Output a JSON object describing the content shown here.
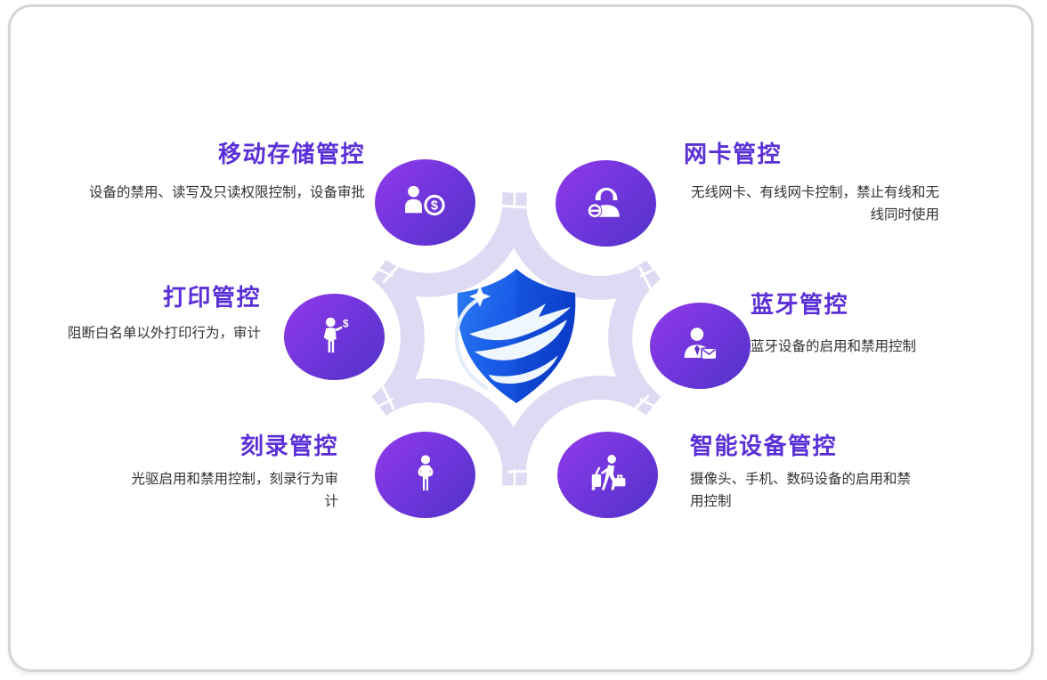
{
  "features": [
    {
      "id": "mobile-storage",
      "title": "移动存储管控",
      "description": "设备的禁用、读写及只读权限控制，设备审批",
      "icon": "user-coin-icon"
    },
    {
      "id": "network-card",
      "title": "网卡管控",
      "description": "无线网卡、有线网卡控制，禁止有线和无线同时使用",
      "icon": "user-minus-badge-icon"
    },
    {
      "id": "print",
      "title": "打印管控",
      "description": "阻断白名单以外打印行为，审计",
      "icon": "person-dollar-icon"
    },
    {
      "id": "bluetooth",
      "title": "蓝牙管控",
      "description": "蓝牙设备的启用和禁用控制",
      "icon": "user-envelope-icon"
    },
    {
      "id": "disc-burning",
      "title": "刻录管控",
      "description": "光驱启用和禁用控制，刻录行为审计",
      "icon": "standing-person-icon"
    },
    {
      "id": "smart-device",
      "title": "智能设备管控",
      "description": "摄像头、手机、数码设备的启用和禁用控制",
      "icon": "traveler-luggage-icon"
    }
  ],
  "center": {
    "logo": "shield-logo"
  },
  "colors": {
    "title_accent": "#5b2fd7",
    "description_text": "#333333",
    "circle_gradient_start": "#9139e9",
    "circle_gradient_end": "#5232c9",
    "ring": "#dfdaf3",
    "shield_blue_light": "#2e7cf2",
    "shield_blue_dark": "#0b40ce",
    "card_border": "#d5d5d5"
  }
}
